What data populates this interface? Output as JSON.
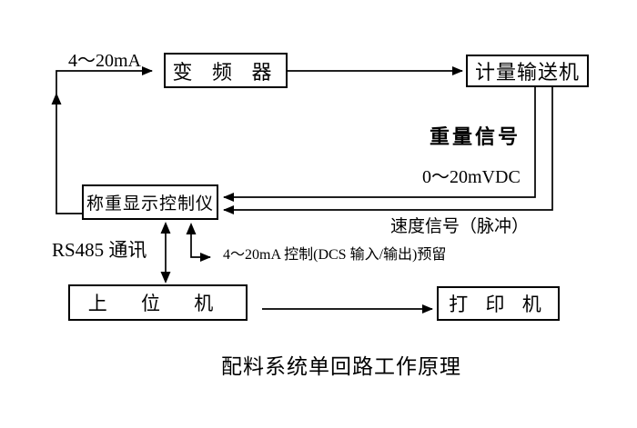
{
  "diagram": {
    "title": "配料系统单回路工作原理",
    "boxes": {
      "inverter": "变 频 器",
      "conveyor": "计量输送机",
      "controller": "称重显示控制仪",
      "host": "上 位 机",
      "printer": "打 印 机"
    },
    "labels": {
      "current_loop": "4～20mA",
      "weight_signal": "重量信号",
      "weight_range": "0～20mVDC",
      "speed_signal": "速度信号（脉冲）",
      "rs485": "RS485 通讯",
      "dcs_reserved": "4～20mA 控制(DCS 输入/输出)预留"
    },
    "colors": {
      "line": "#000000",
      "background": "#ffffff",
      "text": "#000000"
    }
  }
}
